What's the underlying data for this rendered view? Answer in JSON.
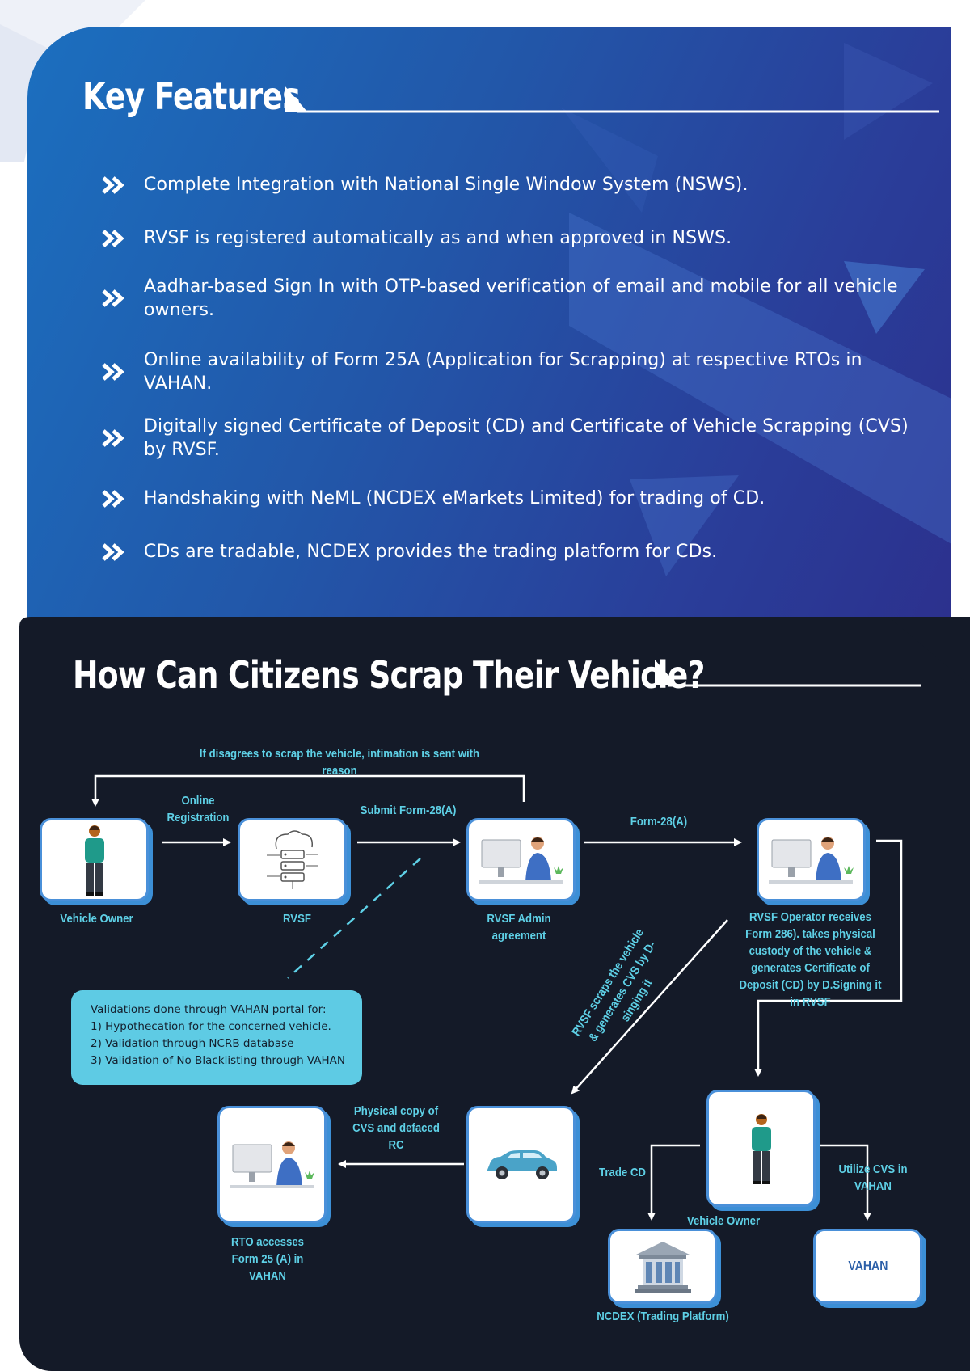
{
  "key_features": {
    "title": "Key Features",
    "items": [
      "Complete Integration with National Single Window System (NSWS).",
      "RVSF is registered automatically as and when approved in NSWS.",
      "Aadhar-based Sign In with OTP-based verification of email and mobile for all vehicle owners.",
      "Online availability of Form 25A (Application for Scrapping) at respective RTOs in VAHAN.",
      "Digitally signed Certificate of Deposit (CD) and Certificate of Vehicle Scrapping (CVS) by RVSF.",
      "Handshaking with NeML (NCDEX eMarkets Limited) for trading of CD.",
      "CDs are tradable, NCDEX provides the trading platform for CDs."
    ]
  },
  "process": {
    "title": "How Can Citizens Scrap Their Vehicle?",
    "nodes": {
      "vehicle_owner": "Vehicle Owner",
      "rvsf": "RVSF",
      "rvsf_admin": "RVSF Admin agreement",
      "rvsf_operator": "RVSF Operator receives Form 286). takes physical custody of the vehicle & generates Certificate of Deposit (CD) by D.Signing it in RVSF",
      "rto": "RTO accesses Form 25 (A) in VAHAN",
      "vehicle_owner_2": "Vehicle Owner",
      "ncdex": "NCDEX (Trading Platform)",
      "vahan": "VAHAN"
    },
    "edges": {
      "disagree": "If disagrees to scrap the vehicle, intimation is sent with reason",
      "online_registration": "Online Registration",
      "submit_form": "Submit Form-28(A)",
      "form_28a": "Form-28(A)",
      "scraps": "RVSF scraps the vehicle & generates CVS by D-singing it",
      "physical_copy": "Physical copy of CVS and defaced RC",
      "trade_cd": "Trade CD",
      "utilize_cvs": "Utilize CVS in VAHAN"
    },
    "validations": {
      "heading": "Validations done through VAHAN portal for:",
      "items": [
        "1) Hypothecation for the concerned vehicle.",
        "2) Validation through NCRB database",
        "3) Validation of No Blacklisting through VAHAN"
      ]
    },
    "colors": {
      "panel": "#141a28",
      "accent": "#5ed0e6",
      "node_border": "#4a90d9"
    }
  }
}
